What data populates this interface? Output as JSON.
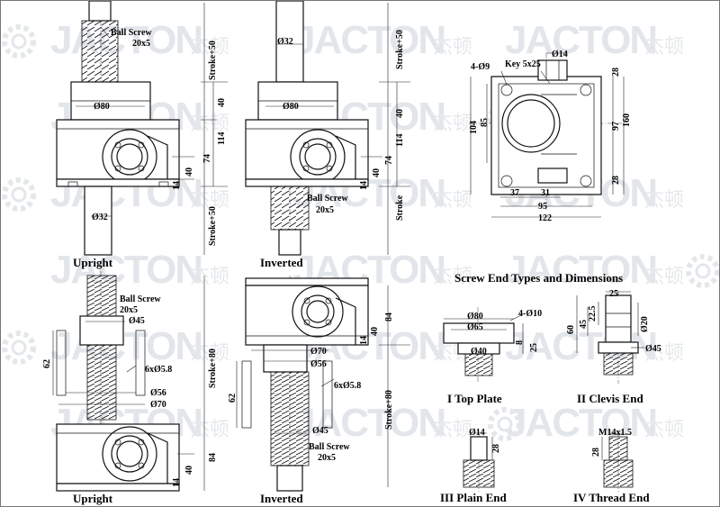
{
  "watermark": {
    "brand": "JACTON",
    "cn": "杰顿"
  },
  "captions": {
    "upright": "Upright",
    "inverted": "Inverted"
  },
  "upright_top": {
    "ball_screw": "Ball Screw",
    "screw_size": "20x5",
    "d80": "Ø80",
    "d32": "Ø32",
    "stroke_top": "Stroke+50",
    "stroke_bottom": "Stroke+50",
    "dim_40a": "40",
    "dim_114": "114",
    "dim_74": "74",
    "dim_40b": "40",
    "dim_14": "14"
  },
  "inverted_top": {
    "d32": "Ø32",
    "d80": "Ø80",
    "ball_screw": "Ball Screw",
    "screw_size": "20x5",
    "stroke": "Stroke+50",
    "dim_40a": "40",
    "dim_114": "114",
    "dim_74": "74",
    "dim_40b": "40",
    "dim_14": "14",
    "stroke_lower": "Stroke"
  },
  "plan": {
    "holes": "4-Ø9",
    "key": "Key 5x25",
    "d14": "Ø14",
    "dim_104": "104",
    "dim_85": "85",
    "dim_97": "97",
    "dim_160": "160",
    "dim_28a": "28",
    "dim_28b": "28",
    "dim_37": "37",
    "dim_31": "31",
    "dim_95": "95",
    "dim_122": "122"
  },
  "upright_bottom": {
    "ball_screw": "Ball Screw",
    "screw_size": "20x5",
    "d45": "Ø45",
    "holes": "6xØ5.8",
    "d56": "Ø56",
    "d70": "Ø70",
    "dim_62": "62",
    "stroke": "Stroke+80",
    "dim_84": "84",
    "dim_40": "40",
    "dim_14": "14"
  },
  "inverted_bottom": {
    "dim_84": "84",
    "dim_40": "40",
    "dim_14": "14",
    "d70": "Ø70",
    "d56": "Ø56",
    "holes": "6xØ5.8",
    "dim_62": "62",
    "stroke": "Stroke+80",
    "d45": "Ø45",
    "ball_screw": "Ball Screw",
    "screw_size": "20x5"
  },
  "screw_ends": {
    "title": "Screw End Types and Dimensions",
    "top_plate": {
      "d80": "Ø80",
      "d65": "Ø65",
      "holes": "4-Ø10",
      "d40": "Ø40",
      "dim_8": "8",
      "dim_25": "25",
      "caption": "I  Top Plate"
    },
    "clevis": {
      "dim_25": "25",
      "dim_60": "60",
      "dim_45": "45",
      "dim_22_5": "22.5",
      "d20": "Ø20",
      "d45": "Ø45",
      "caption": "II  Clevis End"
    },
    "plain": {
      "d14": "Ø14",
      "dim_28": "28",
      "caption": "III  Plain End"
    },
    "thread": {
      "m14": "M14x1.5",
      "dim_28": "28",
      "caption": "IV  Thread End"
    }
  }
}
